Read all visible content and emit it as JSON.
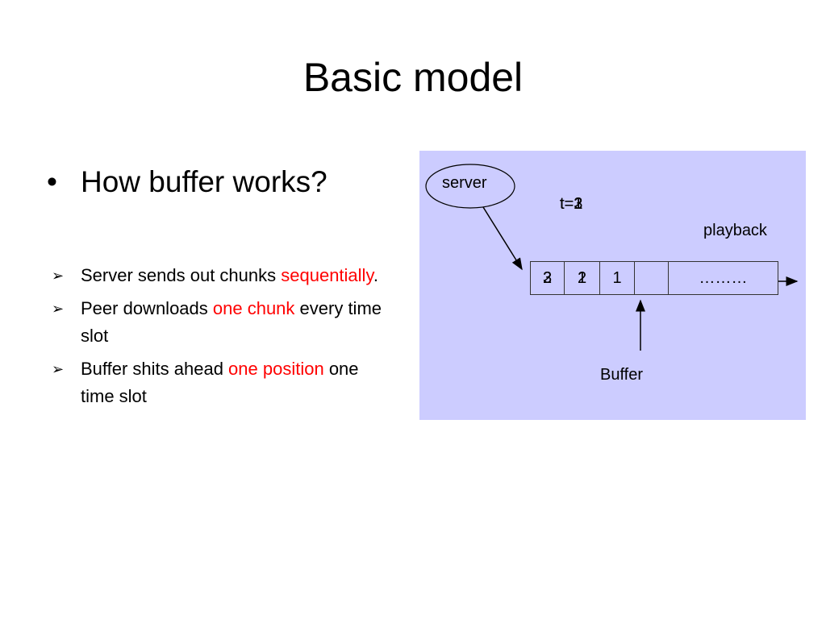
{
  "slide": {
    "title": "Basic model",
    "main_bullet": "How buffer works?",
    "sub_bullets": [
      {
        "text_before": "Server sends out chunks ",
        "highlight": "sequentially",
        "text_after": "."
      },
      {
        "text_before": "Peer downloads ",
        "highlight": "one chunk",
        "text_after": " every time slot"
      },
      {
        "text_before": "Buffer shits ahead ",
        "highlight": "one position",
        "text_after": " one time slot"
      }
    ]
  },
  "diagram": {
    "background_color": "#ccccff",
    "server_label": "server",
    "time_labels": [
      "t=1",
      "t=2",
      "t=3"
    ],
    "playback_label": "playback",
    "buffer_label": "Buffer",
    "cells": [
      {
        "values": [
          "3",
          "2"
        ]
      },
      {
        "values": [
          "2",
          "1"
        ]
      },
      {
        "values": [
          "1"
        ]
      },
      {
        "values": [
          ""
        ]
      },
      {
        "values": [
          "………"
        ]
      }
    ]
  },
  "colors": {
    "highlight": "#ff0000"
  }
}
